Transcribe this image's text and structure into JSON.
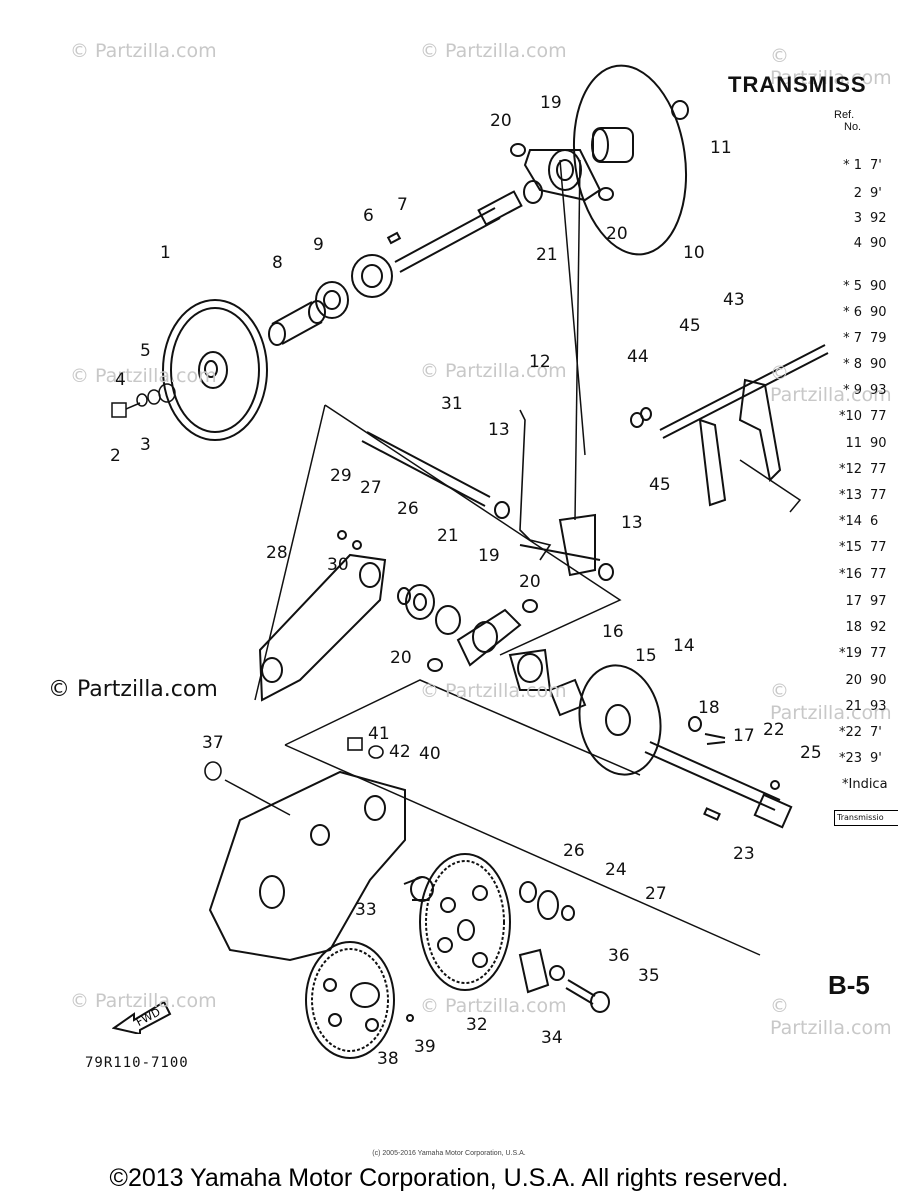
{
  "header": {
    "title": "TRANSMISS",
    "col_ref": "Ref.",
    "col_no": "No."
  },
  "parts_table": [
    {
      "ref": "* 1",
      "part": "7'"
    },
    {
      "ref": "2",
      "part": "9'"
    },
    {
      "ref": "3",
      "part": "92"
    },
    {
      "ref": "4",
      "part": "90"
    },
    {
      "ref": "* 5",
      "part": "90"
    },
    {
      "ref": "* 6",
      "part": "90"
    },
    {
      "ref": "* 7",
      "part": "79"
    },
    {
      "ref": "* 8",
      "part": "90"
    },
    {
      "ref": "* 9",
      "part": "93"
    },
    {
      "ref": "*10",
      "part": "77"
    },
    {
      "ref": "11",
      "part": "90"
    },
    {
      "ref": "*12",
      "part": "77"
    },
    {
      "ref": "*13",
      "part": "77"
    },
    {
      "ref": "*14",
      "part": "6"
    },
    {
      "ref": "*15",
      "part": "77"
    },
    {
      "ref": "*16",
      "part": "77"
    },
    {
      "ref": "17",
      "part": "97"
    },
    {
      "ref": "18",
      "part": "92"
    },
    {
      "ref": "*19",
      "part": "77"
    },
    {
      "ref": "20",
      "part": "90"
    },
    {
      "ref": "21",
      "part": "93"
    },
    {
      "ref": "*22",
      "part": "7'"
    },
    {
      "ref": "*23",
      "part": "9'"
    }
  ],
  "note": "*Indica",
  "box_label": "Transmissio",
  "page_id": "B-5",
  "diagram_code": "79R110-7100",
  "fwd_label": "FWD",
  "small_copyright": "(c) 2005-2016 Yamaha Motor Corporation, U.S.A.",
  "copyright": "©2013 Yamaha Motor Corporation, U.S.A. All rights reserved.",
  "watermarks": [
    "© Partzilla.com",
    "© Partzilla.com",
    "© Partzilla.com",
    "© Partzilla.com",
    "© Partzilla.com",
    "© Partzilla.com",
    "© Partzilla.com",
    "© Partzilla.com",
    "© Partzilla.com",
    "© Partzilla.com",
    "© Partzilla.com",
    "© Partzilla.com"
  ],
  "callouts": [
    "1",
    "2",
    "3",
    "4",
    "5",
    "6",
    "7",
    "8",
    "9",
    "9",
    "10",
    "11",
    "12",
    "13",
    "13",
    "14",
    "15",
    "16",
    "17",
    "18",
    "19",
    "19",
    "20",
    "20",
    "20",
    "20",
    "21",
    "21",
    "22",
    "23",
    "24",
    "25",
    "26",
    "26",
    "27",
    "27",
    "28",
    "29",
    "30",
    "31",
    "32",
    "33",
    "34",
    "35",
    "36",
    "37",
    "38",
    "39",
    "40",
    "41",
    "42",
    "43",
    "44",
    "45",
    "45"
  ]
}
